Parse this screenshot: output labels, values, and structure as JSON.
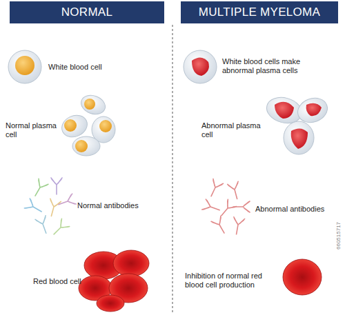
{
  "diagram": {
    "nodes": [
      {
        "text": [
          "NORMAL"
        ]
      },
      {
        "text": [
          "MULTIPLE MYELOMA"
        ]
      }
    ],
    "labels": [
      "White blood cell",
      "Normal plasma cell",
      "Normal antibodies",
      "Red blood cell",
      "White blood cells make abnormal plasma cells",
      "Abnormal plasma cell",
      "Abnormal antibodies",
      "Inhibition of normal red blood cell production",
      "660515717"
    ]
  }
}
